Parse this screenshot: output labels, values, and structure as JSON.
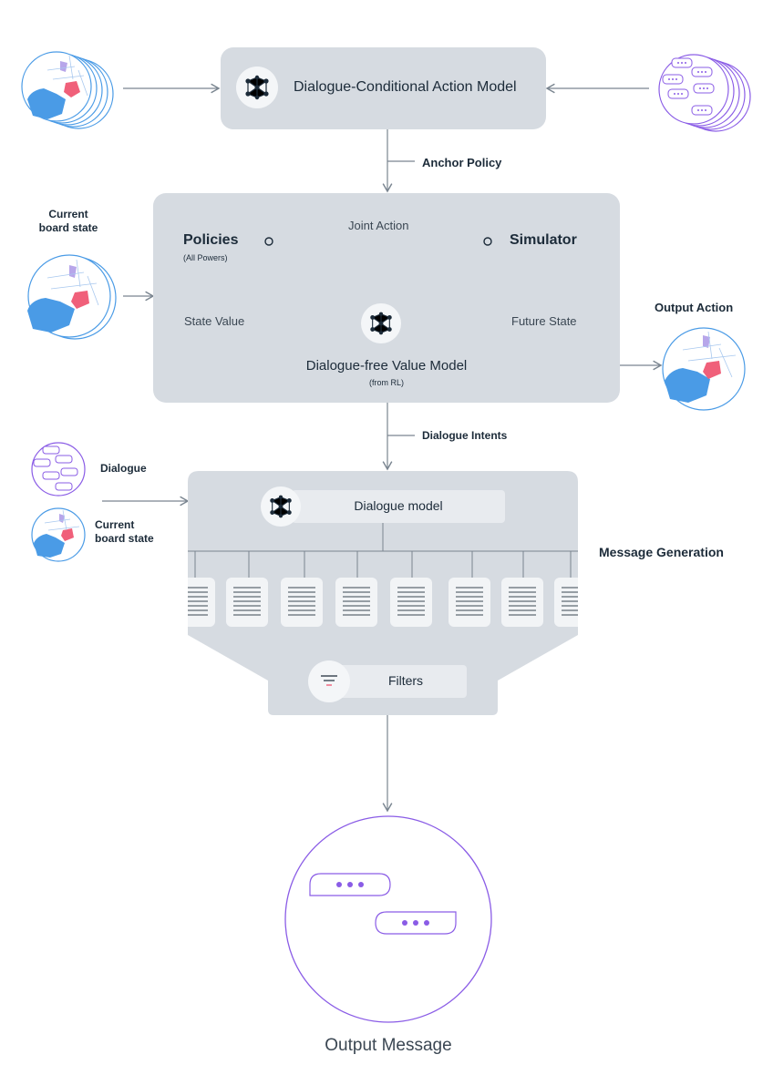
{
  "action_model": {
    "title": "Dialogue-Conditional Action Model"
  },
  "anchor_policy": "Anchor Policy",
  "planning": {
    "policies": "Policies",
    "policies_sub": "(All Powers)",
    "joint_action": "Joint Action",
    "simulator": "Simulator",
    "state_value": "State Value",
    "future_state": "Future State",
    "value_model": "Dialogue-free Value Model",
    "value_model_sub": "(from RL)"
  },
  "left_inputs": {
    "current_board_state": "Current\nboard state"
  },
  "output_action": "Output Action",
  "dialogue_intents": "Dialogue Intents",
  "dialogue_section": {
    "dialogue_label": "Dialogue",
    "board_label": "Current\nboard state",
    "model_label": "Dialogue model",
    "message_generation": "Message Generation",
    "filters": "Filters"
  },
  "output_message": "Output Message",
  "colors": {
    "box": "#d6dbe1",
    "map_blue": "#4a9be6",
    "map_red": "#f0607a",
    "purple": "#8a5ce6",
    "arrow": "#7a8590"
  },
  "icons": {
    "network": "neural-network-icon",
    "filter": "filter-icon",
    "chat": "chat-bubble-icon",
    "map": "europe-map-icon",
    "document": "document-icon"
  }
}
